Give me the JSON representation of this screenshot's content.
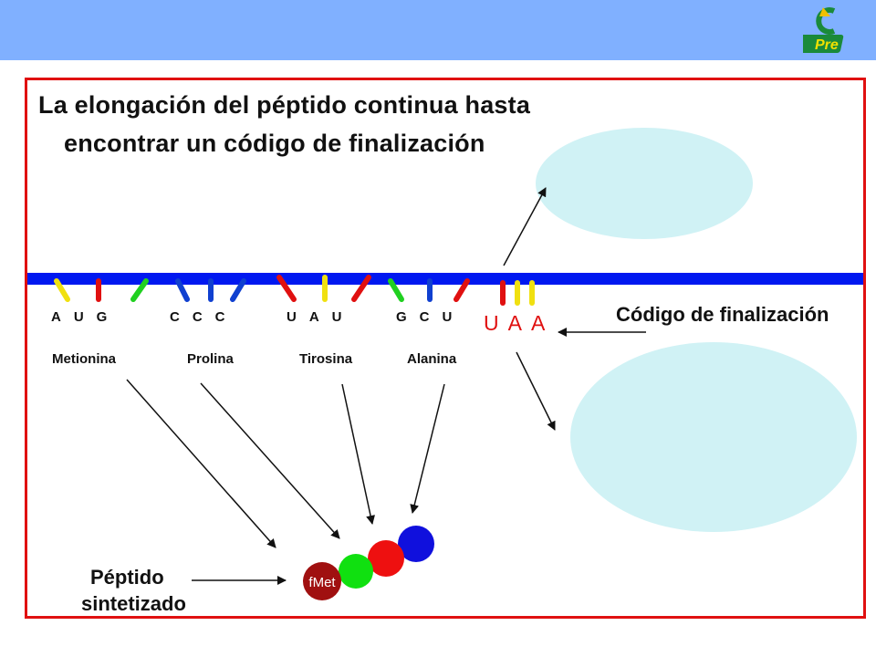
{
  "header": {
    "band_color": "#80b0ff",
    "logo": {
      "icon": "pre-logo-icon",
      "text": "Pre"
    }
  },
  "slide": {
    "frame_color": "#e01010",
    "title_line1": "La elongación del péptido continua hasta",
    "title_line2": "encontrar un código de finalización",
    "mrna_color": "#0018f0",
    "codons": [
      {
        "letters": "AUG",
        "amino_acid": "Metionina"
      },
      {
        "letters": "CCC",
        "amino_acid": "Prolina"
      },
      {
        "letters": "UAU",
        "amino_acid": "Tirosina"
      },
      {
        "letters": "GCU",
        "amino_acid": "Alanina"
      }
    ],
    "stop_codon": "UAA",
    "stop_label": "Código de finalización",
    "peptide_label_line1": "Péptido",
    "peptide_label_line2": "sintetizado",
    "peptide": [
      {
        "label": "fMet",
        "color": "#a01010"
      },
      {
        "label": "",
        "color": "#10e010"
      },
      {
        "label": "",
        "color": "#ee1010"
      },
      {
        "label": "",
        "color": "#1010dd"
      }
    ],
    "base_colors": {
      "A": "#f0e010",
      "U": "#e01010",
      "G": "#20d020",
      "C": "#1040d0"
    },
    "ribosome_color": "#d0f2f5"
  }
}
